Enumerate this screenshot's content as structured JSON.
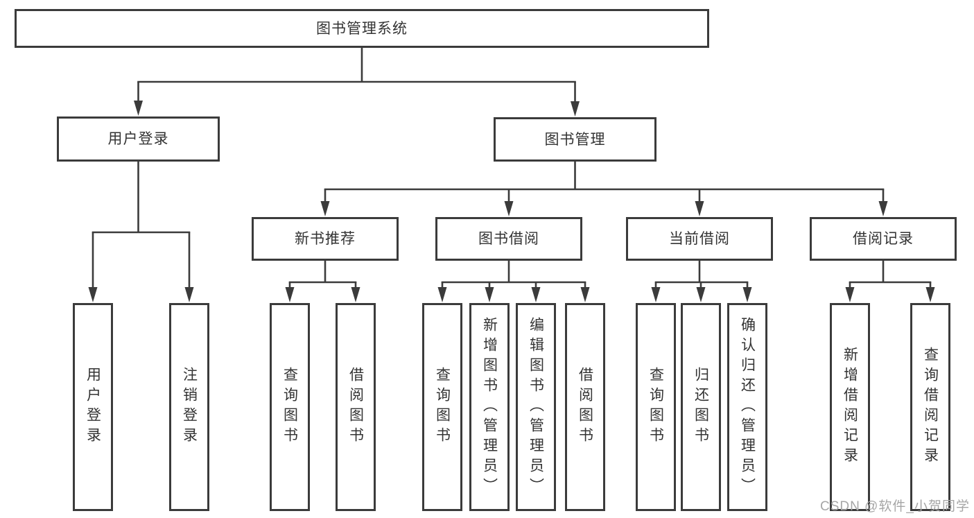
{
  "diagram": {
    "type": "tree",
    "root": {
      "label": "图书管理系统",
      "children": [
        {
          "label": "用户登录",
          "children": [
            {
              "label": "用户登录"
            },
            {
              "label": "注销登录"
            }
          ]
        },
        {
          "label": "图书管理",
          "children": [
            {
              "label": "新书推荐",
              "children": [
                {
                  "label": "查询图书"
                },
                {
                  "label": "借阅图书"
                }
              ]
            },
            {
              "label": "图书借阅",
              "children": [
                {
                  "label": "查询图书"
                },
                {
                  "label": "新增图书（管理员）"
                },
                {
                  "label": "编辑图书（管理员）"
                },
                {
                  "label": "借阅图书"
                }
              ]
            },
            {
              "label": "当前借阅",
              "children": [
                {
                  "label": "查询图书"
                },
                {
                  "label": "归还图书"
                },
                {
                  "label": "确认归还（管理员）"
                }
              ]
            },
            {
              "label": "借阅记录",
              "children": [
                {
                  "label": "新增借阅记录"
                },
                {
                  "label": "查询借阅记录"
                }
              ]
            }
          ]
        }
      ]
    }
  },
  "watermark": {
    "text": "CSDN @软件_小贺同学"
  },
  "colors": {
    "line": "#3b3b3b",
    "text": "#333333",
    "watermark": "#a6a6a6",
    "bg": "#ffffff"
  }
}
